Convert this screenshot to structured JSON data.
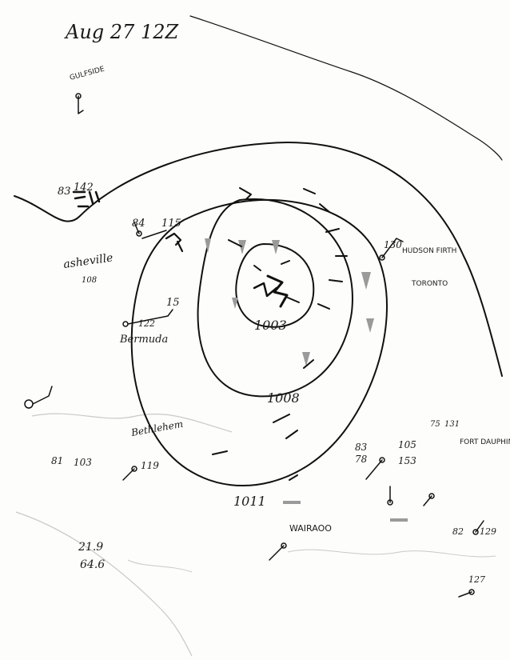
{
  "header": {
    "date_note": "Aug 27 12Z"
  },
  "isobars": [
    {
      "label": "1003"
    },
    {
      "label": "1008"
    },
    {
      "label": "1011"
    }
  ],
  "places": {
    "gulfside": "GULFSIDE",
    "asheville": "asheville",
    "bermuda": "Bermuda",
    "bethlehem": "Bethlehem",
    "hudson_firth": "HUDSON FIRTH",
    "toronto": "TORONTO",
    "fort_dauphin": "FORT DAUPHIN",
    "wairaoo": "WAIRAOO"
  },
  "coords_note": {
    "lat": "21.9",
    "lon": "64.6"
  },
  "station_values": {
    "s_nw_temp": "83",
    "s_nw_press": "142",
    "s_84": "84",
    "s_115": "115",
    "s_108": "108",
    "s_122": "122",
    "s_15": "15",
    "s_130": "130",
    "s_119": "119",
    "s_103": "103",
    "s_81": "81",
    "s_105": "105",
    "s_153": "153",
    "s_83b": "83",
    "s_78": "78",
    "s_129": "129",
    "s_82": "82",
    "s_127": "127",
    "s_75": "75",
    "s_131": "131"
  },
  "colors": {
    "ink": "#111111",
    "isobar": "#111111",
    "coast": "#c8c8c8",
    "shading": "#9a9a9a"
  }
}
